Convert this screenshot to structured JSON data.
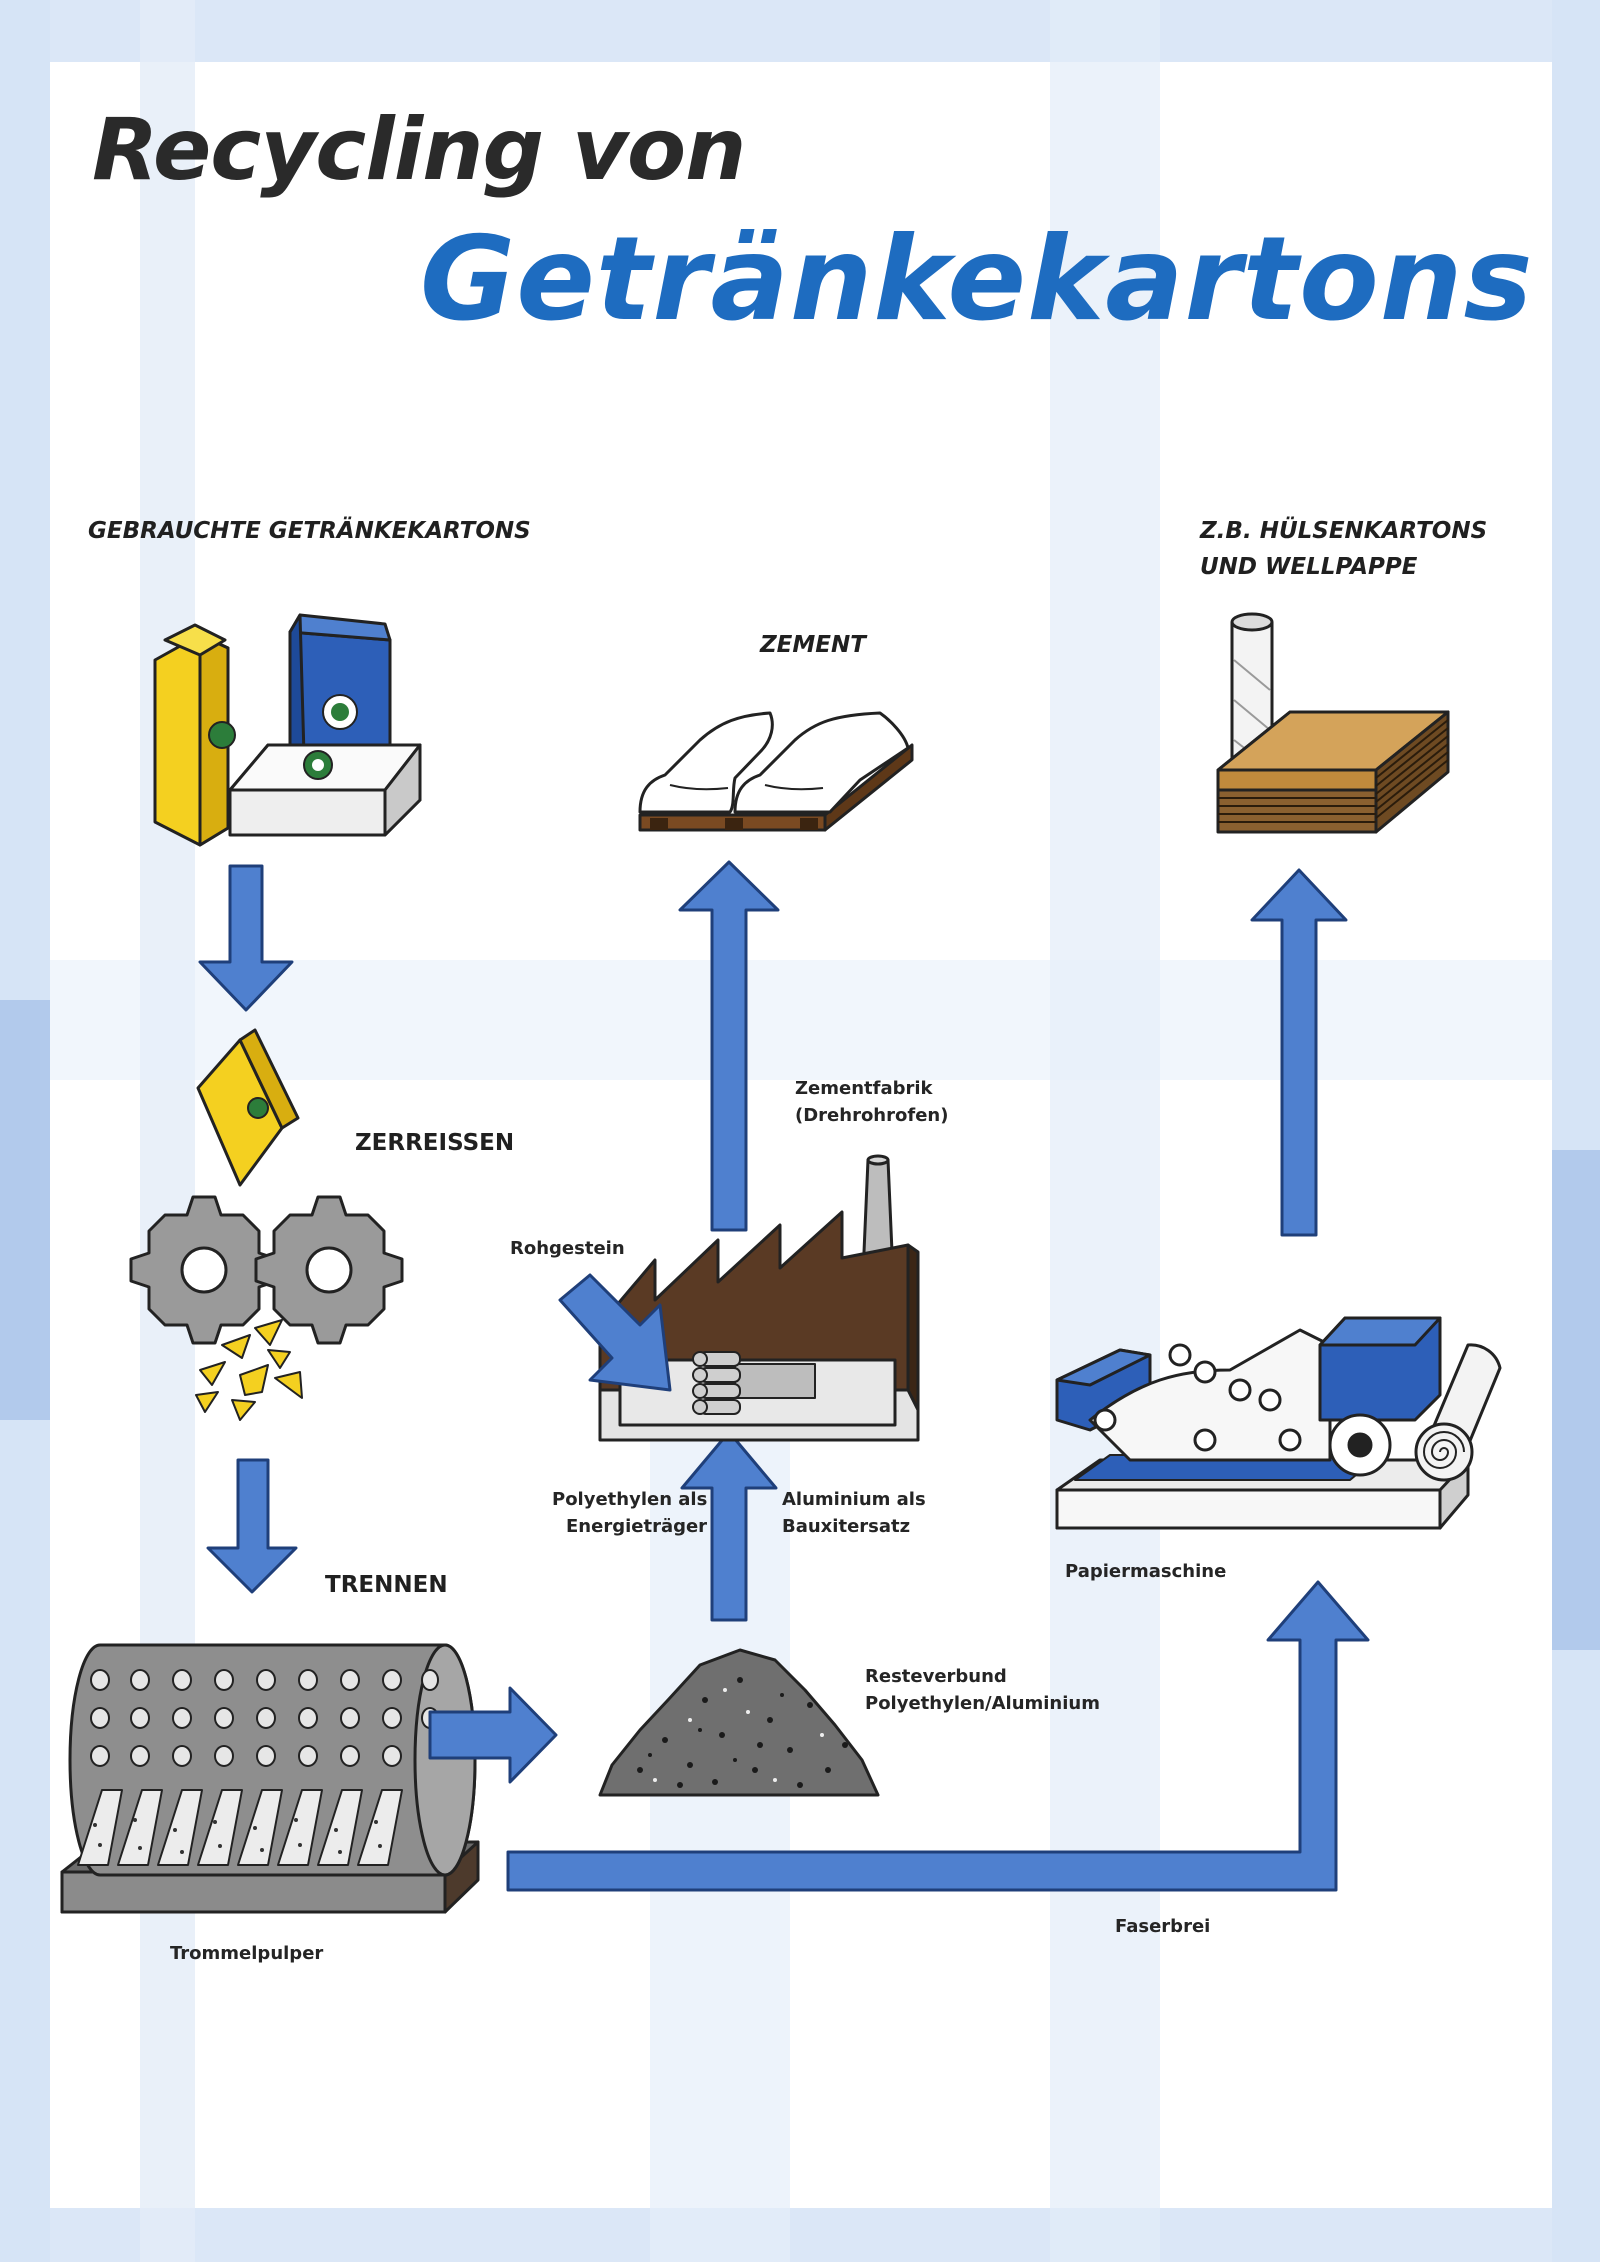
{
  "title": {
    "line1": "Recycling von",
    "line2": "Getränkekartons"
  },
  "labels": {
    "used_cartons": "GEBRAUCHTE GETRÄNKEKARTONS",
    "products_line1": "Z.B. HÜLSENKARTONS",
    "products_line2": "UND WELLPAPPE",
    "cement": "ZEMENT",
    "cement_factory_line1": "Zementfabrik",
    "cement_factory_line2": "(Drehrohrofen)",
    "shredding": "ZERREISSEN",
    "raw_rock": "Rohgestein",
    "separating": "TRENNEN",
    "polyethylene_line1": "Polyethylen als",
    "polyethylene_line2": "Energieträger",
    "aluminium_line1": "Aluminium als",
    "aluminium_line2": "Bauxitersatz",
    "paper_machine": "Papiermaschine",
    "residue_line1": "Resteverbund",
    "residue_line2": "Polyethylen/Aluminium",
    "drum_pulper": "Trommelpulper",
    "fibre_pulp": "Faserbrei"
  },
  "colors": {
    "arrow_blue": "#4f80cf",
    "title_blue": "#1e6cc0",
    "background_band": "#cfe0f6",
    "carton_yellow": "#f4d020",
    "factory_brown": "#5a3a24",
    "cardboard_brown": "#c08a3c"
  }
}
